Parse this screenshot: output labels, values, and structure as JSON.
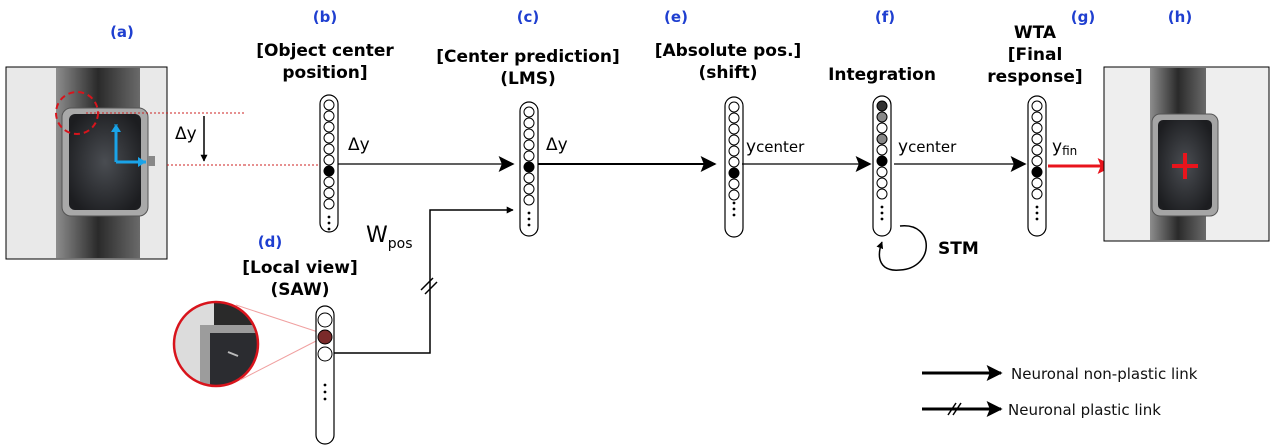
{
  "stage_labels": {
    "a": "(a)",
    "b": "(b)",
    "c": "(c)",
    "d": "(d)",
    "e": "(e)",
    "f": "(f)",
    "g": "(g)",
    "h": "(h)"
  },
  "titles": {
    "b_line1": "[Object center",
    "b_line2": "position]",
    "c_line1": "[Center prediction]",
    "c_line2": "(LMS)",
    "e_line1": "[Absolute pos.]",
    "e_line2": "(shift)",
    "f_line1": "Integration",
    "g_line1": "WTA",
    "g_line2": "[Final",
    "g_line3": "response]",
    "d_line1": "[Local view]",
    "d_line2": "(SAW)"
  },
  "variables": {
    "delta_y": "Δy",
    "delta_y_b": "Δy",
    "delta_y_c": "Δy",
    "y_center_base": "y",
    "y_center_sub": "center",
    "y_fin_base": "y",
    "y_fin_sub": "fin",
    "w_pos_base": "W",
    "w_pos_sub": "pos",
    "stm": "STM"
  },
  "legend": {
    "non_plastic": "Neuronal non-plastic link",
    "plastic": "Neuronal plastic link"
  },
  "colors": {
    "stage_letter": "#1f3fd0",
    "final_arrow": "#e8141c",
    "focus_circle": "#d8141c",
    "image_axis": "#1aa3e8",
    "dotted_guide": "#cc2222"
  }
}
